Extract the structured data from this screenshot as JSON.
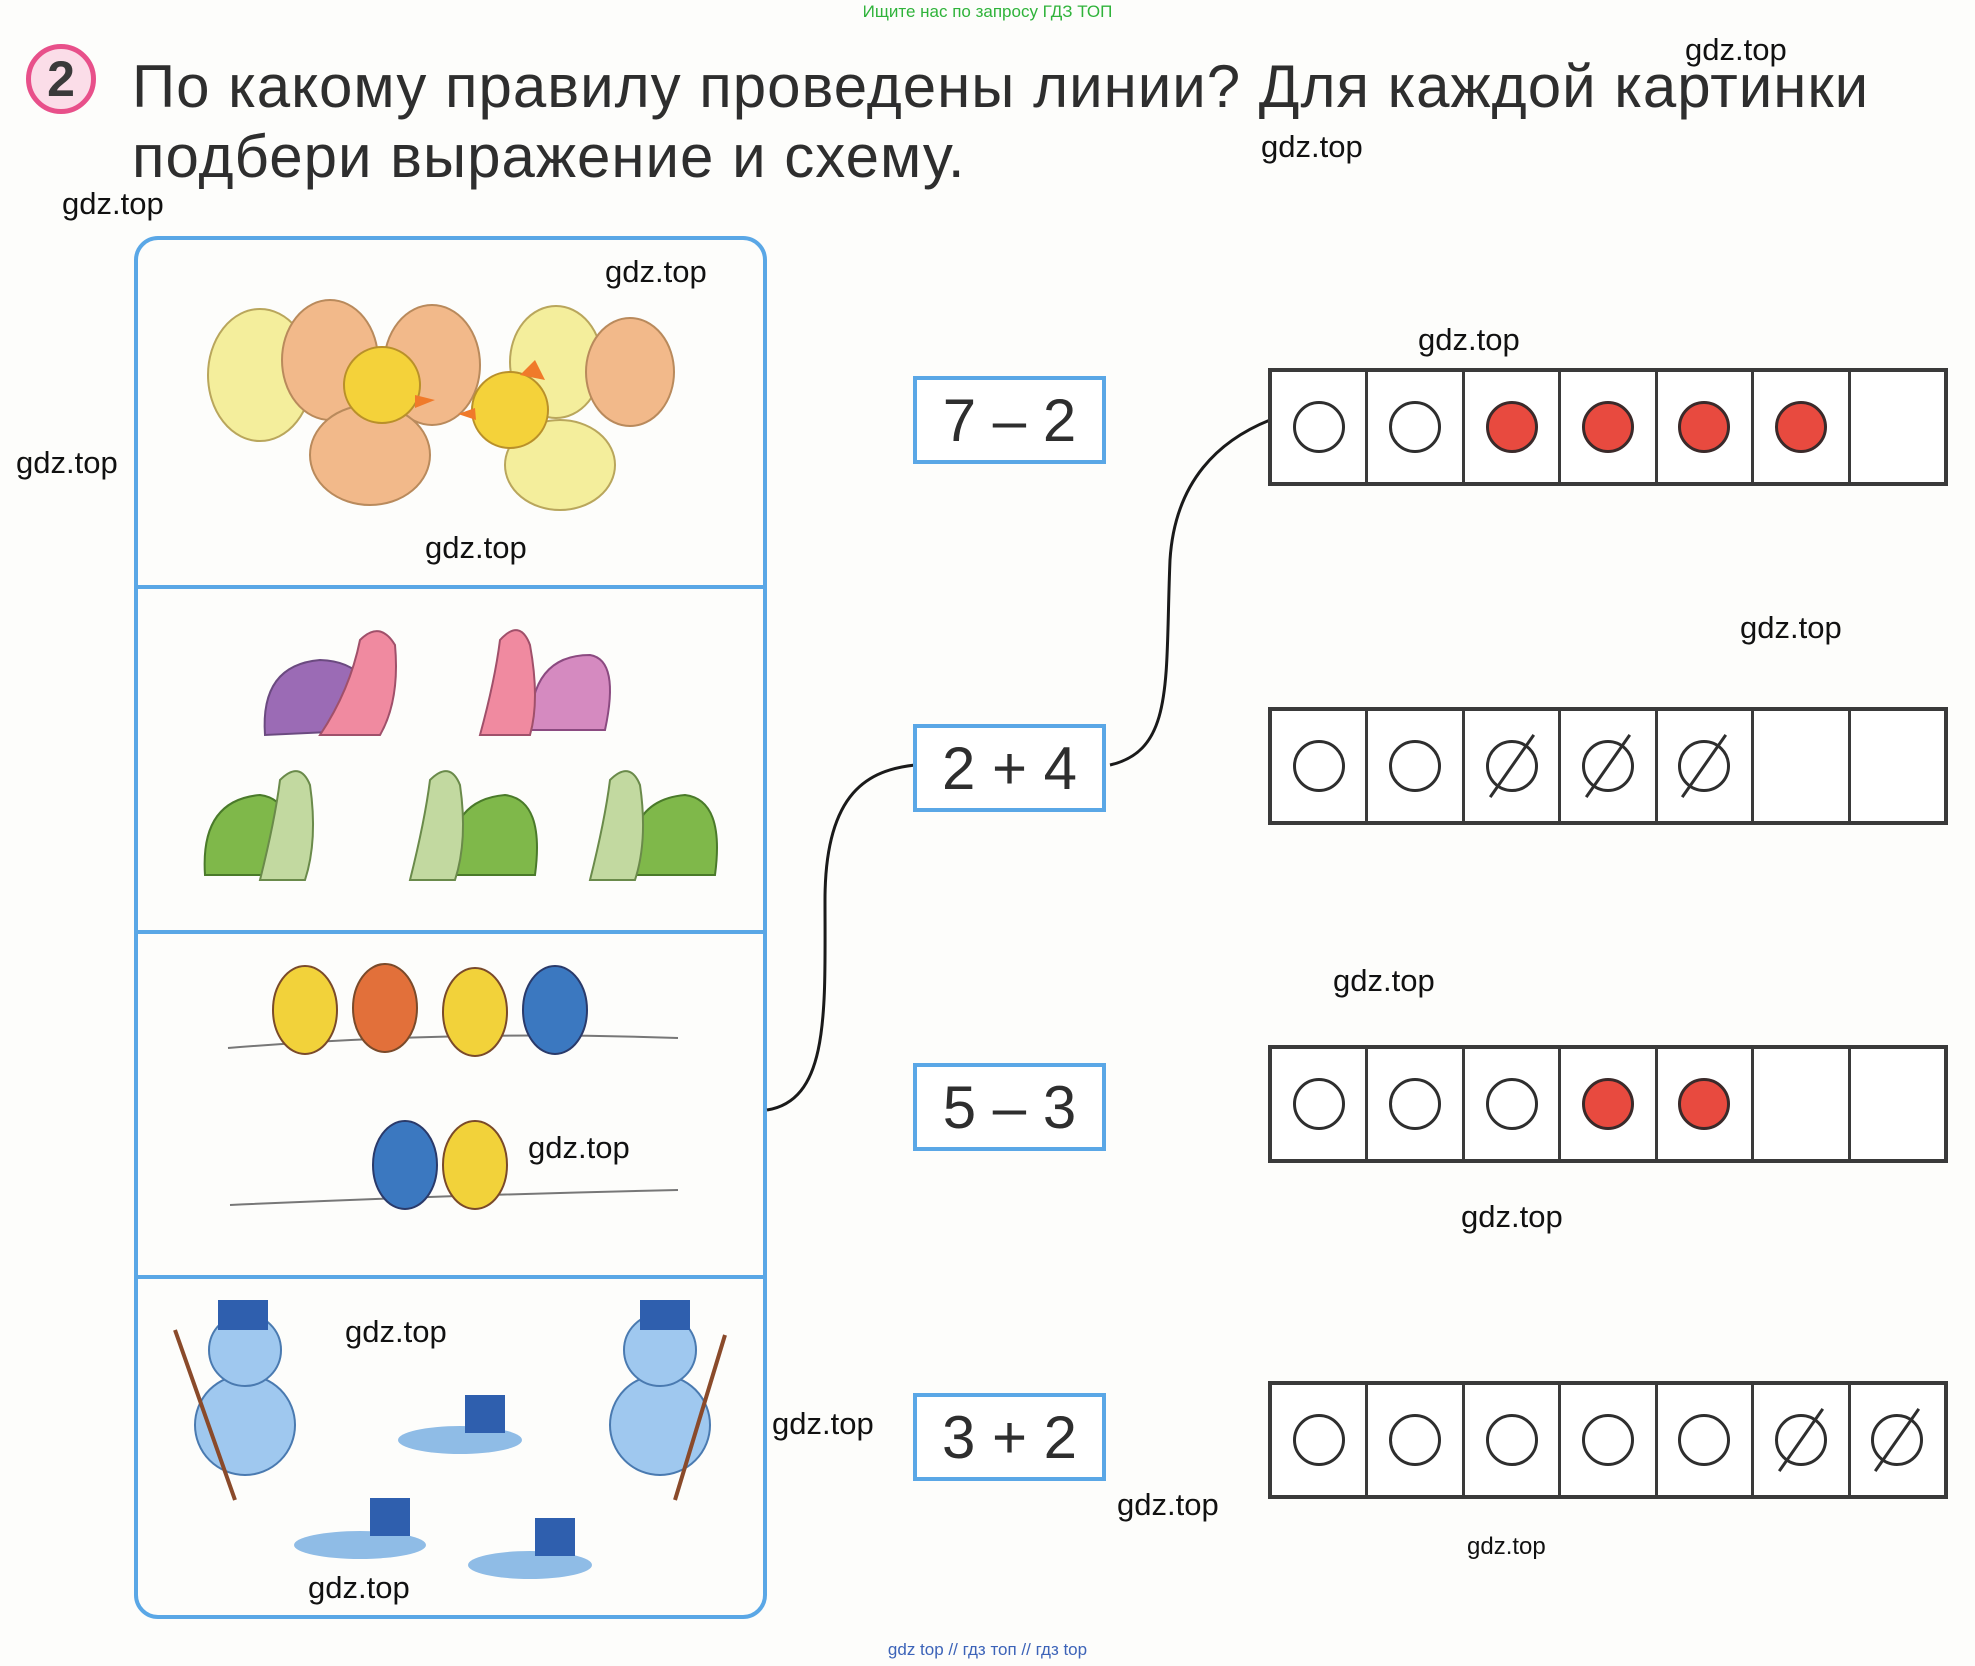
{
  "header": {
    "search_hint": "Ищите нас по запросу ГДЗ ТОП"
  },
  "task": {
    "number": "2",
    "line1": "По какому правилу проведены линии? Для каждой картинки",
    "line2": "подбери выражение и схему."
  },
  "expressions": [
    "7 – 2",
    "2 + 4",
    "5 – 3",
    "3 + 2"
  ],
  "schemes": [
    {
      "cells": [
        "empty",
        "empty",
        "filled",
        "filled",
        "filled",
        "filled",
        "none"
      ]
    },
    {
      "cells": [
        "empty",
        "empty",
        "crossed",
        "crossed",
        "crossed",
        "none",
        "none"
      ]
    },
    {
      "cells": [
        "empty",
        "empty",
        "empty",
        "filled",
        "filled",
        "none",
        "none"
      ]
    },
    {
      "cells": [
        "empty",
        "empty",
        "empty",
        "empty",
        "empty",
        "crossed",
        "crossed"
      ]
    }
  ],
  "pictures": [
    "chicks",
    "snails",
    "birds",
    "snowmen"
  ],
  "watermark": "gdz.top",
  "footer": {
    "links": "gdz top // гдз топ // гдз top"
  },
  "colors": {
    "frame_blue": "#5aa7e6",
    "counter_red": "#e84a3f",
    "badge_pink": "#e8508a"
  }
}
